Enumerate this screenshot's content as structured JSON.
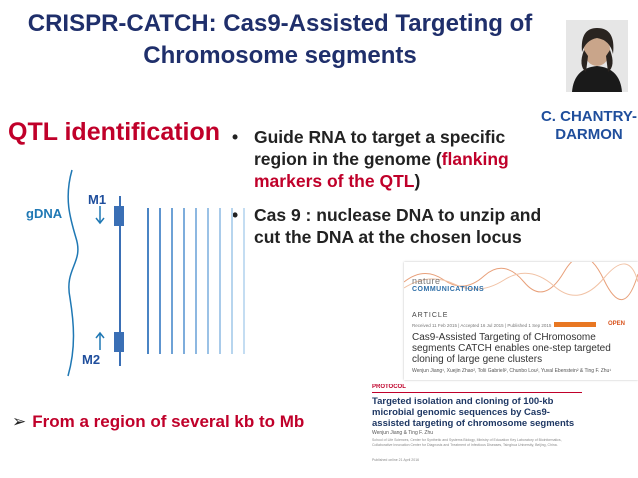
{
  "title": {
    "line1": "CRISPR-CATCH: Cas9-Assisted Targeting of",
    "line2": "Chromosome segments"
  },
  "author": {
    "line1": "C. CHANTRY-",
    "line2": "DARMON"
  },
  "qtl_heading": "QTL identification",
  "bullets": {
    "b1_part1": "Guide RNA to target a specific region in the genome (",
    "b1_highlight": "flanking markers of the QTL",
    "b1_part2": ")",
    "b2": "Cas 9 : nuclease DNA to unzip and cut the DNA at the chosen locus",
    "marker": "•"
  },
  "diagram": {
    "gdna_label": "gDNA",
    "m1_label": "M1",
    "m2_label": "M2"
  },
  "conclusion": {
    "arrow": "➢",
    "text": "From a region of several kb to Mb"
  },
  "paper1": {
    "journal_top": "nature",
    "journal_bottom": "COMMUNICATIONS",
    "section": "ARTICLE",
    "meta": "Received 11 Feb 2015 | Accepted 16 Jul 2015 | Published 1 Sep 2015",
    "open": "OPEN",
    "title": "Cas9-Assisted Targeting of CHromosome segments CATCH enables one-step targeted cloning of large gene clusters",
    "authors": "Wenjun Jiang¹, Xuejin Zhao², Tolii Gabrieli², Chunbo Lou², Yuval Ebenstein² & Ting F. Zhu¹"
  },
  "paper2": {
    "label": "PROTOCOL",
    "title": "Targeted isolation and cloning of 100-kb microbial genomic sequences by Cas9-assisted targeting of chromosome segments",
    "authors": "Wenjun Jiang & Ting F. Zhu",
    "affiliation": "School of Life Sciences, Center for Synthetic and Systems Biology, Ministry of Education Key Laboratory of Bioinformatics, Collaborative Innovation Center for Diagnosis and Treatment of Infectious Diseases, Tsinghua University, Beijing, China.",
    "published": "Published online 21 April 2016"
  },
  "colors": {
    "title": "#1f2f6b",
    "accent_red": "#c0002a",
    "dna_line": "#1f78b4",
    "marker": "#3a6fb5"
  }
}
